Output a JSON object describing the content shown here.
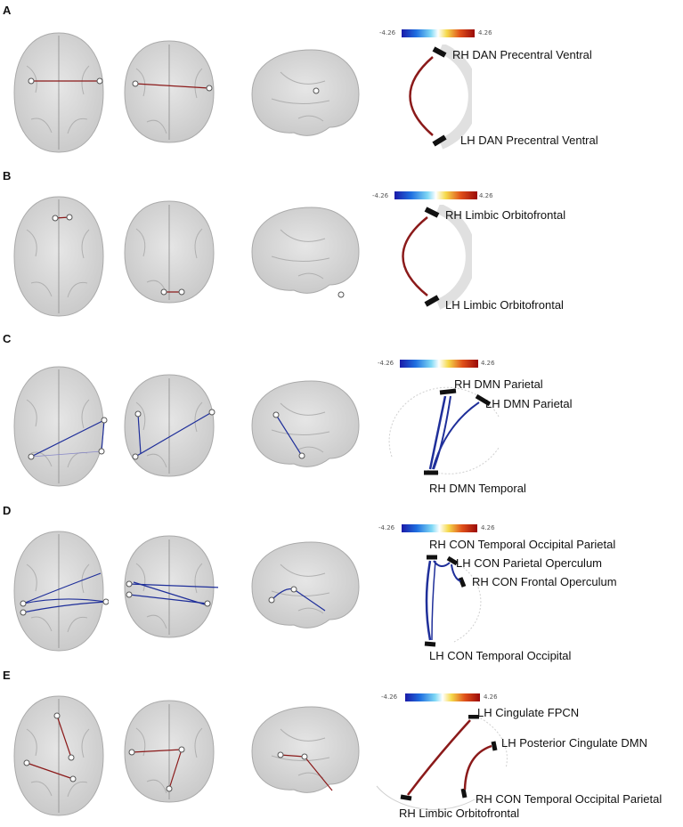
{
  "colorbar": {
    "min": "-4.26",
    "max": "4.26"
  },
  "colors": {
    "positive": "#8b1a1a",
    "negative": "#1f2f9a",
    "node_ring": "#dcdcdc"
  },
  "panels": [
    {
      "letter": "A",
      "labels": [
        "RH DAN Precentral Ventral",
        "LH DAN Precentral Ventral"
      ],
      "edge_sign": "positive"
    },
    {
      "letter": "B",
      "labels": [
        "RH Limbic Orbitofrontal",
        "LH Limbic Orbitofrontal"
      ],
      "edge_sign": "positive"
    },
    {
      "letter": "C",
      "labels": [
        "RH DMN Parietal",
        "LH DMN Parietal",
        "RH DMN Temporal"
      ],
      "edge_sign": "negative"
    },
    {
      "letter": "D",
      "labels": [
        "RH CON Temporal Occipital Parietal",
        "LH CON Parietal Operculum",
        "RH CON Frontal Operculum",
        "LH CON Temporal Occipital"
      ],
      "edge_sign": "negative"
    },
    {
      "letter": "E",
      "labels": [
        "LH Cingulate FPCN",
        "LH Posterior Cingulate DMN",
        "RH CON Temporal Occipital Parietal",
        "RH Limbic Orbitofrontal"
      ],
      "edge_sign": "positive"
    }
  ]
}
